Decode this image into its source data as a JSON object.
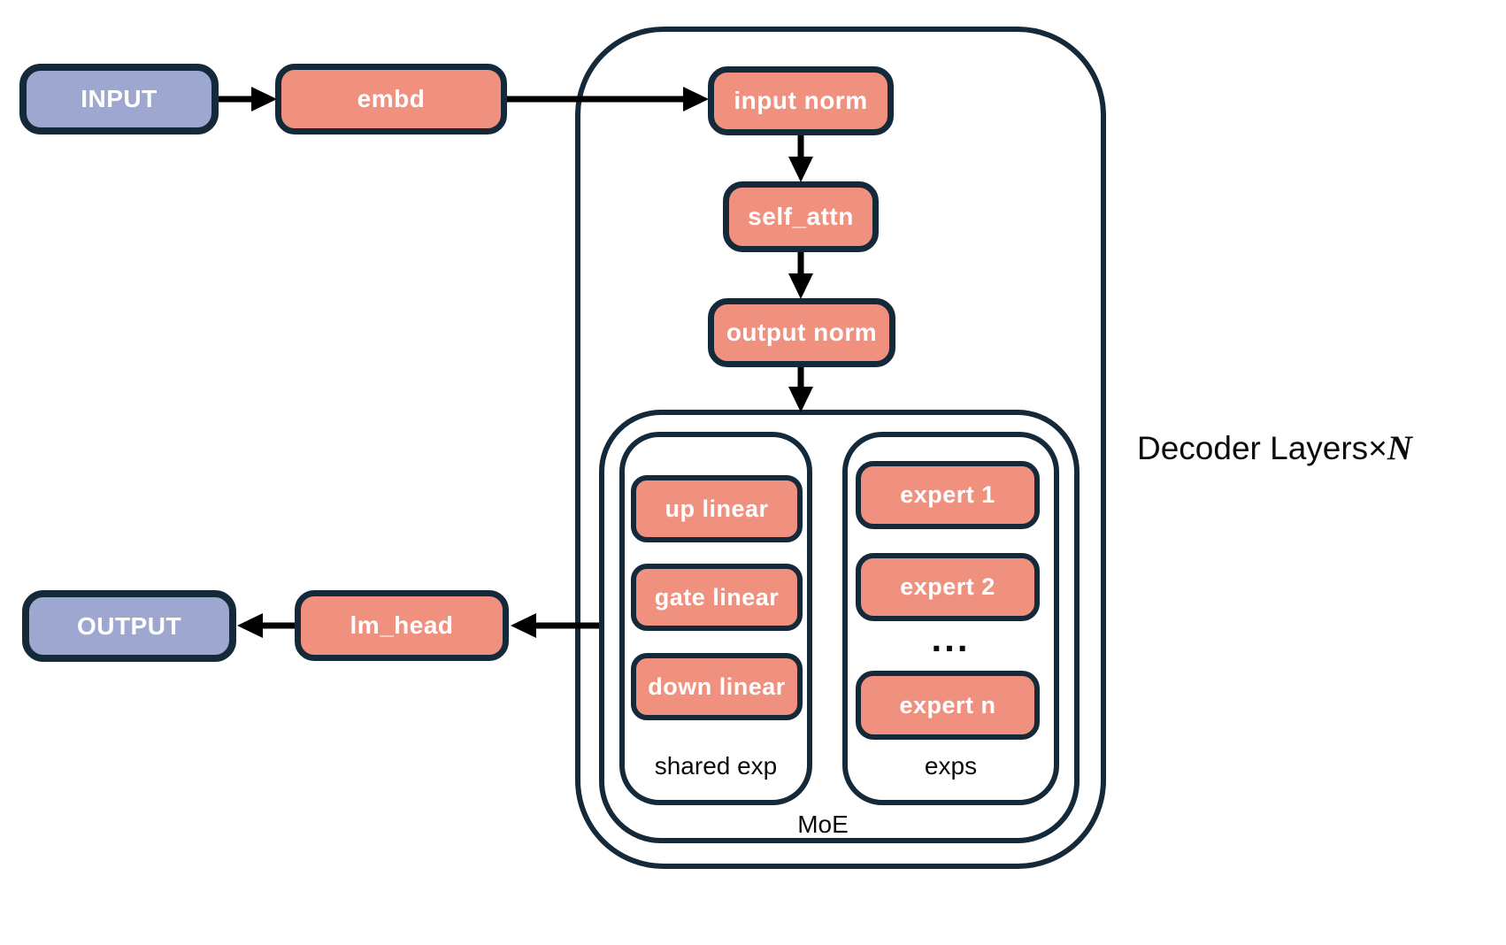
{
  "colors": {
    "border": "#14293A",
    "box_fill_accent": "#F0907F",
    "box_fill_io": "#9EA7D0",
    "arrow": "#000000",
    "box_text": "#FFFFFF",
    "label_text": "#0B0B0B",
    "background": "#FFFFFF"
  },
  "nodes": {
    "input": "INPUT",
    "embd": "embd",
    "input_norm": "input norm",
    "self_attn": "self_attn",
    "output_norm": "output norm",
    "up_linear": "up linear",
    "gate_linear": "gate linear",
    "down_linear": "down linear",
    "expert_1": "expert 1",
    "expert_2": "expert 2",
    "experts_ellipsis": "...",
    "expert_n": "expert n",
    "lm_head": "lm_head",
    "output": "OUTPUT"
  },
  "groups": {
    "shared_exp": "shared exp",
    "exps": "exps",
    "moe": "MoE"
  },
  "annotations": {
    "decoder_layers_prefix": "Decoder Layers",
    "multiply_sign": "×",
    "layer_count_symbol": "N"
  }
}
